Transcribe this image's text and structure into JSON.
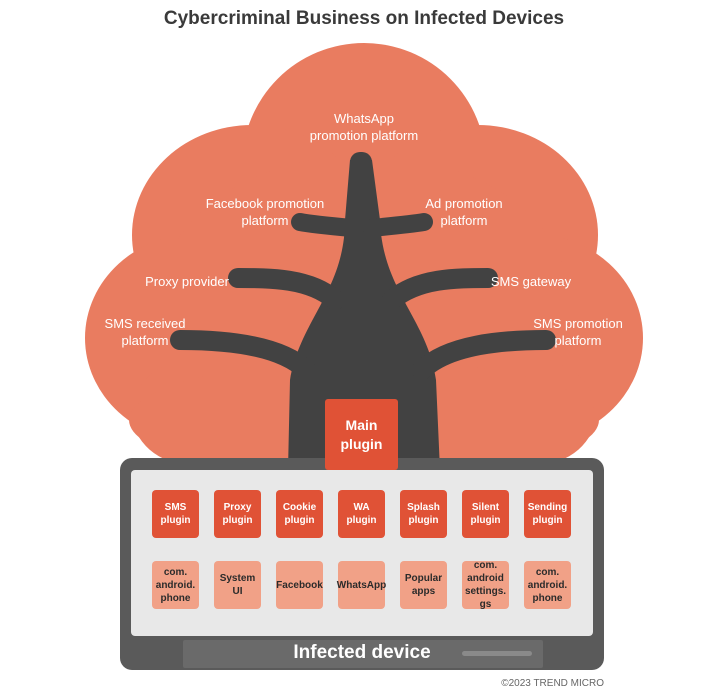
{
  "title": "Cybercriminal Business on Infected Devices",
  "tree_labels": [
    {
      "id": "whatsapp",
      "lines": [
        "WhatsApp",
        "promotion platform"
      ]
    },
    {
      "id": "facebook",
      "lines": [
        "Facebook promotion",
        "platform"
      ]
    },
    {
      "id": "ad",
      "lines": [
        "Ad promotion",
        "platform"
      ]
    },
    {
      "id": "proxy",
      "lines": [
        "Proxy provider"
      ]
    },
    {
      "id": "sms-gateway",
      "lines": [
        "SMS gateway"
      ]
    },
    {
      "id": "sms-received",
      "lines": [
        "SMS received",
        "platform"
      ]
    },
    {
      "id": "sms-promotion",
      "lines": [
        "SMS promotion",
        "platform"
      ]
    }
  ],
  "main_plugin": [
    "Main",
    "plugin"
  ],
  "plugins": [
    [
      "SMS",
      "plugin"
    ],
    [
      "Proxy",
      "plugin"
    ],
    [
      "Cookie",
      "plugin"
    ],
    [
      "WA",
      "plugin"
    ],
    [
      "Splash",
      "plugin"
    ],
    [
      "Silent",
      "plugin"
    ],
    [
      "Sending",
      "plugin"
    ]
  ],
  "apps": [
    [
      "com.",
      "android.",
      "phone"
    ],
    [
      "System",
      "UI"
    ],
    [
      "Facebook"
    ],
    [
      "WhatsApp"
    ],
    [
      "Popular",
      "apps"
    ],
    [
      "com.",
      "android",
      "settings.",
      "gs"
    ],
    [
      "com.",
      "android.",
      "phone"
    ]
  ],
  "device_label": "Infected device",
  "copyright": "©2023 TREND MICRO",
  "colors": {
    "cloud": "#e97c60",
    "trunk": "#424242",
    "plugin": "#e05236",
    "app": "#f1a187",
    "screen": "#e8e8e8",
    "frame": "#5a5a5a"
  }
}
